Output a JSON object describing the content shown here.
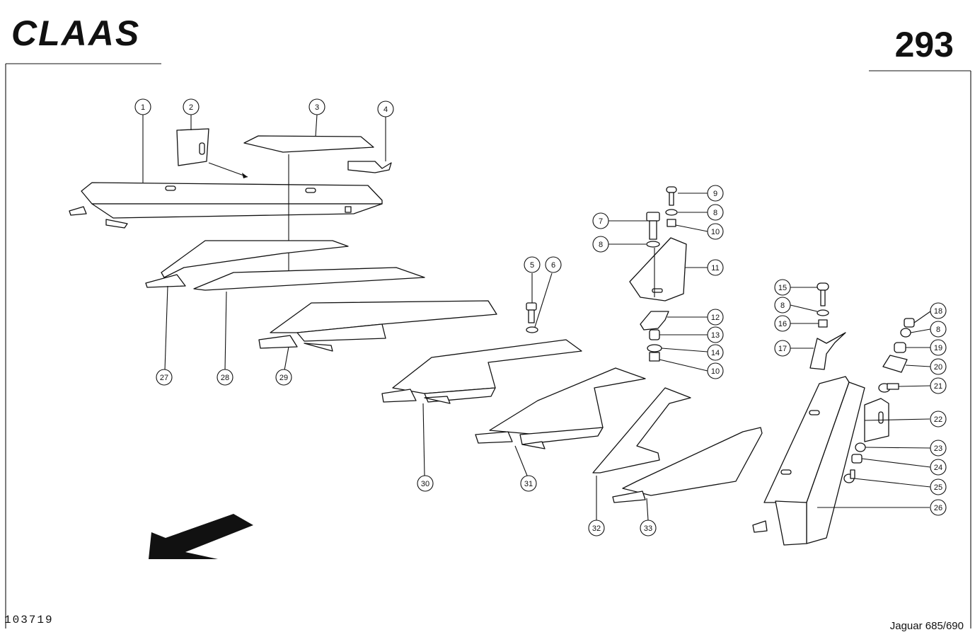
{
  "header": {
    "brand": "CLAAS",
    "page_number": "293"
  },
  "footer": {
    "drawing_number": "103719",
    "model": "Jaguar 685/690"
  },
  "callouts": {
    "c1": "1",
    "c2": "2",
    "c3": "3",
    "c4": "4",
    "c5": "5",
    "c6": "6",
    "c7": "7",
    "c8a": "8",
    "c8b": "8",
    "c8c": "8",
    "c8d": "8",
    "c9": "9",
    "c10a": "10",
    "c10b": "10",
    "c11": "11",
    "c12": "12",
    "c13": "13",
    "c14": "14",
    "c15": "15",
    "c16": "16",
    "c17": "17",
    "c18": "18",
    "c19": "19",
    "c20": "20",
    "c21": "21",
    "c22": "22",
    "c23": "23",
    "c24": "24",
    "c25": "25",
    "c26": "26",
    "c27": "27",
    "c28": "28",
    "c29": "29",
    "c30": "30",
    "c31": "31",
    "c32": "32",
    "c33": "33"
  },
  "colors": {
    "ink": "#111111",
    "paper": "#ffffff"
  },
  "icons": {
    "direction_arrow": "arrow-left-down-icon"
  }
}
